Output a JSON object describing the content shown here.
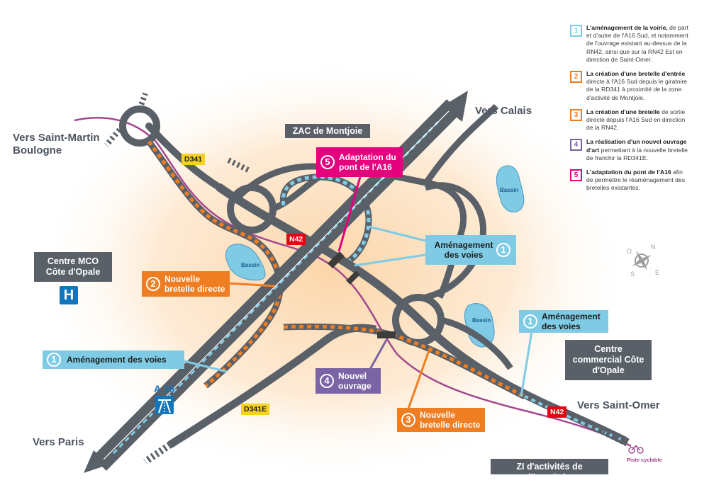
{
  "directions": {
    "calais": "Vers Calais",
    "saint_martin": "Vers Saint-Martin Boulogne",
    "paris": "Vers Paris",
    "saint_omer": "Vers Saint-Omer"
  },
  "places": {
    "zac": "ZAC de Montjoie",
    "centre_mco": "Centre MCO Côte d'Opale",
    "centre_commercial": "Centre commercial Côte d'Opale",
    "zi": "ZI d'activités de l'Inquétrie"
  },
  "road_tags": {
    "d341": "D341",
    "d341e": "D341E",
    "n42_center": "N42",
    "n42_east": "N42",
    "a16": "A 16"
  },
  "bassins": [
    "Bassin",
    "Bassin",
    "Bassin"
  ],
  "hospital_letter": "H",
  "bike_label": "Piste cyclable",
  "callouts": {
    "adaptation": {
      "num": "5",
      "text": "Adaptation du pont de l'A16"
    },
    "amenagement_center": {
      "num": "1",
      "text": "Aménagement des voies"
    },
    "nouvelle_bretelle_left": {
      "num": "2",
      "text": "Nouvelle bretelle directe"
    },
    "amenagement_right": {
      "num": "1",
      "text": "Aménagement des voies"
    },
    "amenagement_left": {
      "num": "1",
      "text": "Aménagement des voies"
    },
    "nouvel_ouvrage": {
      "num": "4",
      "text": "Nouvel ouvrage"
    },
    "nouvelle_bretelle_right": {
      "num": "3",
      "text": "Nouvelle bretelle directe"
    }
  },
  "legend": [
    {
      "num": "1",
      "color": "#7fcbe6",
      "bold": "L'aménagement de la voirie,",
      "text": " de part et d'autre de l'A16 Sud, et notamment de l'ouvrage existant au-dessus de la RN42, ainsi que sur la RN42 Est en direction de Saint-Omer."
    },
    {
      "num": "2",
      "color": "#ef7d22",
      "bold": "La création d'une bretelle d'entrée",
      "text": " directe à l'A16 Sud depuis le giratoire de la RD341 à proximité de la zone d'activité de Montjoie."
    },
    {
      "num": "3",
      "color": "#ef7d22",
      "bold": "La création d'une bretelle",
      "text": " de sortie directe depuis l'A16 Sud en direction de la RN42."
    },
    {
      "num": "4",
      "color": "#7a64a6",
      "bold": "La réalisation d'un nouvel ouvrage d'art",
      "text": " permettant à la nouvelle bretelle de franchir la RD341E."
    },
    {
      "num": "5",
      "color": "#e5007e",
      "bold": "L'adaptation du pont de l'A16",
      "text": " afin de permettre le réaménagement des bretelles existantes."
    }
  ],
  "compass": [
    "N",
    "S",
    "O",
    "E"
  ],
  "colors": {
    "road": "#5a6068",
    "blue": "#7fcbe6",
    "orange": "#ef7d22",
    "magenta": "#e5007e",
    "purple": "#7a64a6",
    "bike": "#a3478f",
    "water": "#7fcbe6",
    "glow": "#fbd3a4"
  }
}
